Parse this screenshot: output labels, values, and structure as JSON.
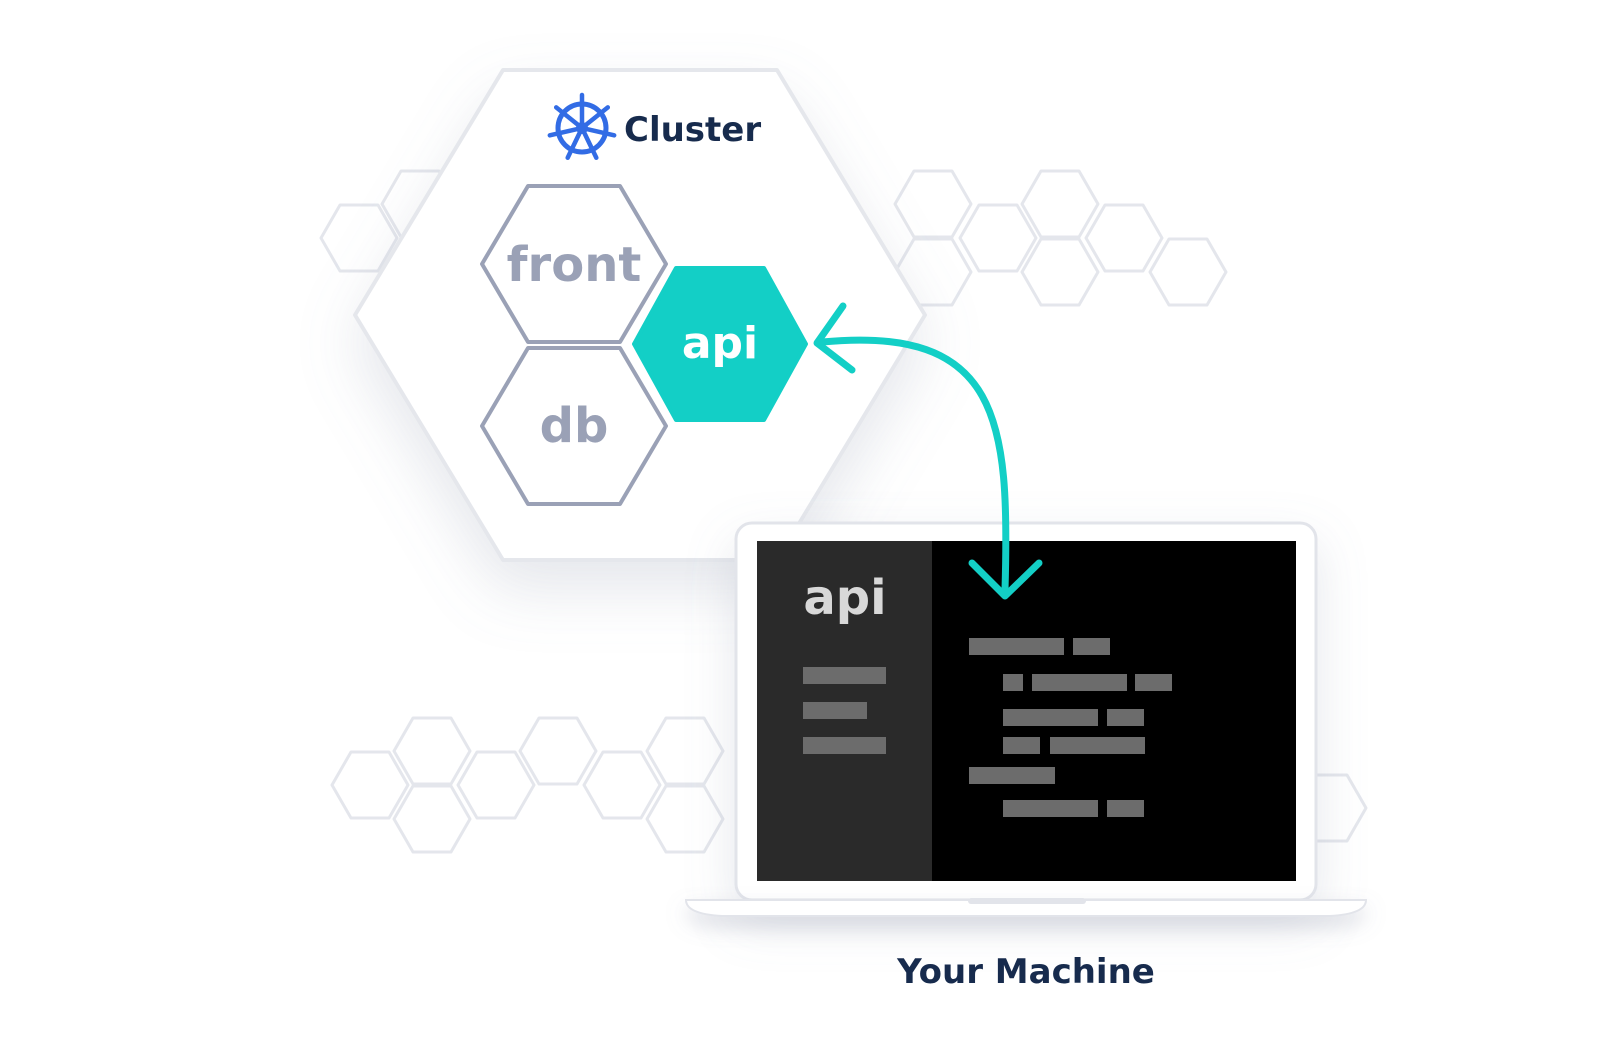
{
  "cluster": {
    "title": "Cluster",
    "icon": "kubernetes-helm-icon",
    "services": {
      "front": "front",
      "api": "api",
      "db": "db"
    }
  },
  "machine": {
    "caption": "Your Machine",
    "sidebar_title": "api"
  },
  "colors": {
    "accent": "#13CFC6",
    "k8s_blue": "#326CE5",
    "title_dark": "#172B4D",
    "service_gray": "#9AA1B6",
    "hex_outline": "#E4E6EC",
    "screen_bg": "#000000",
    "sidebar_bg": "#2A2A2A",
    "code_bar": "#6C6C6C"
  }
}
